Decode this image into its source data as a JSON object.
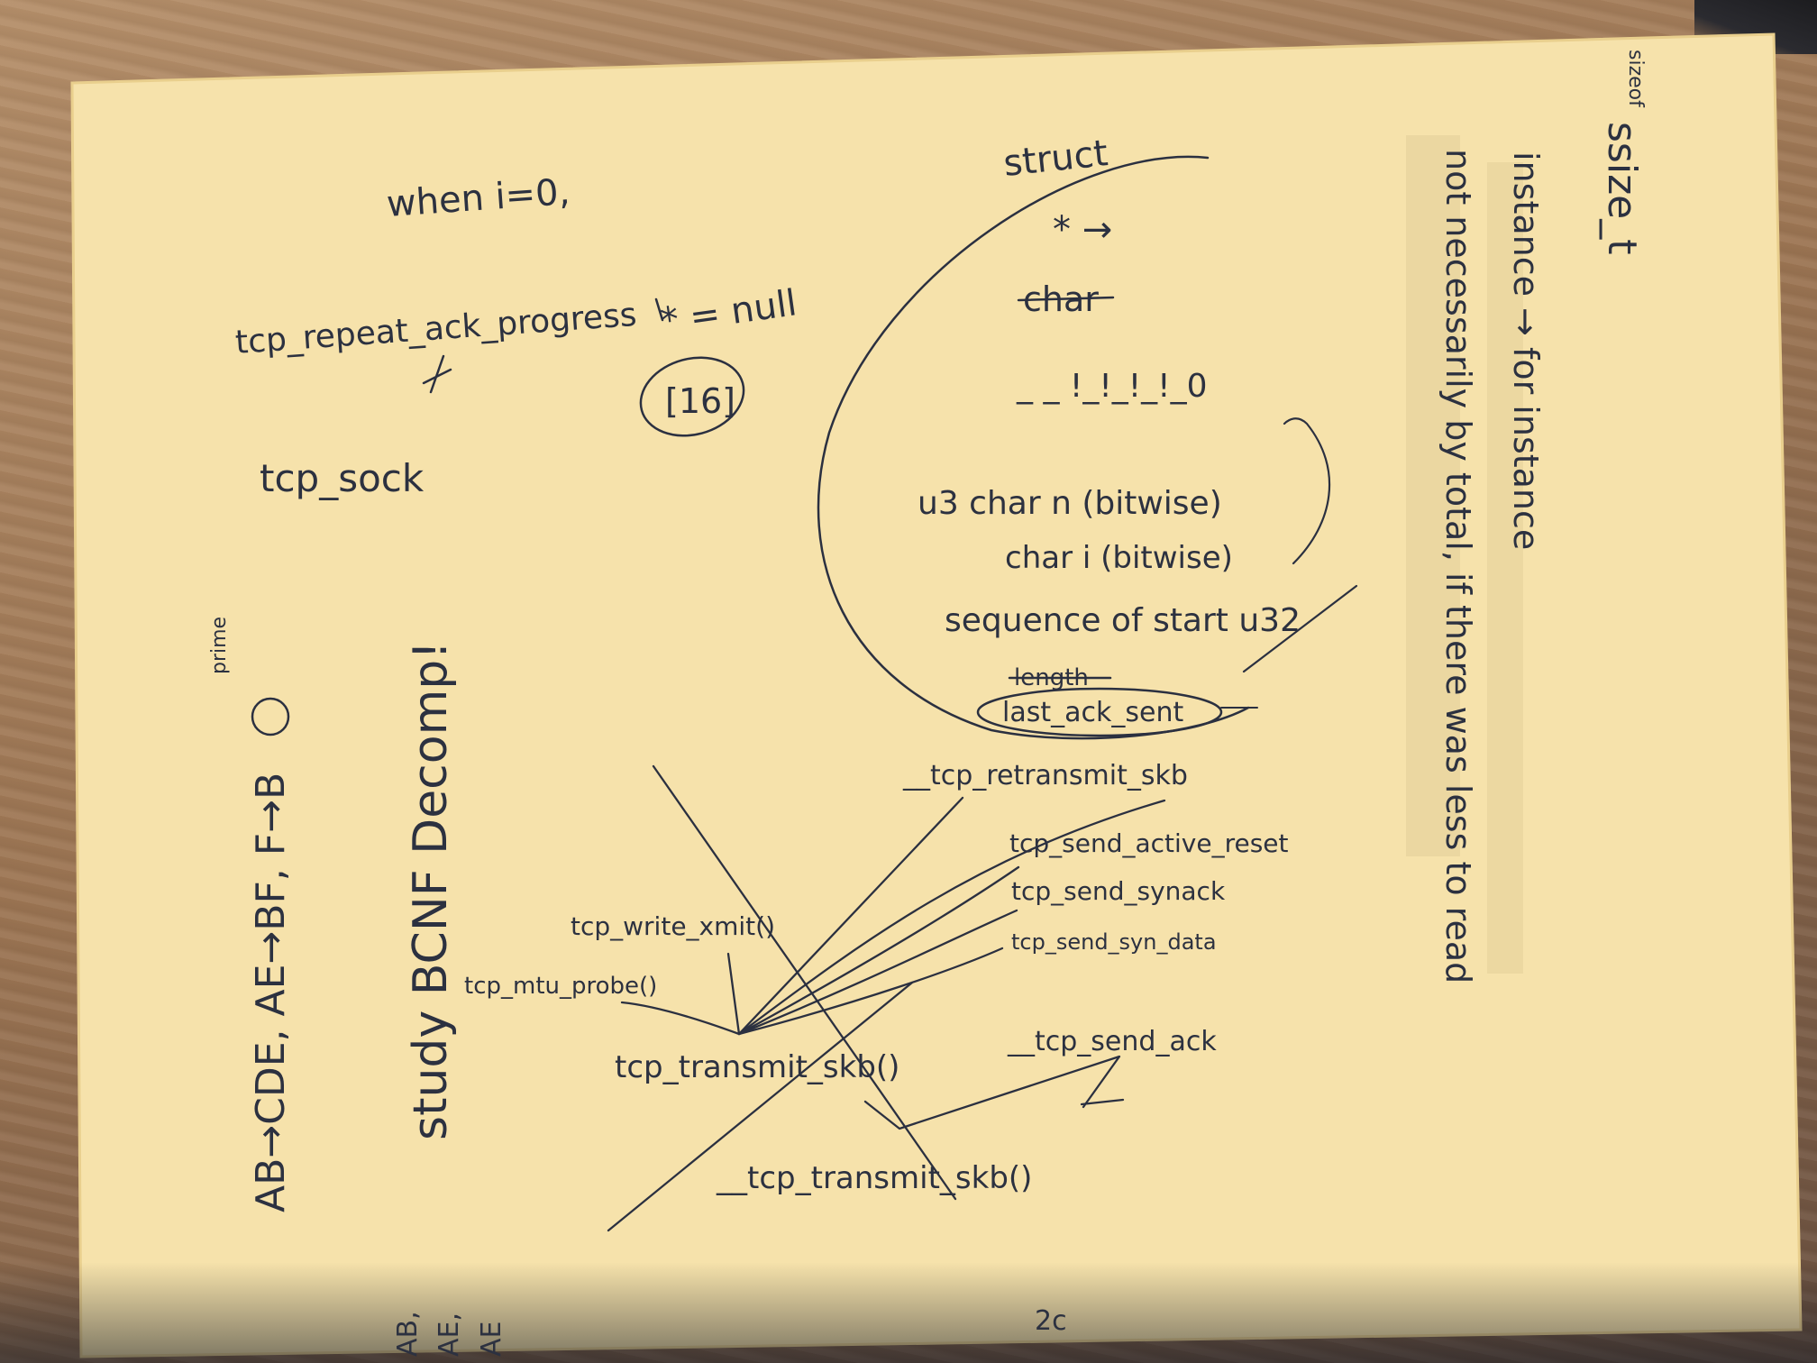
{
  "photo": {
    "subject": "handwritten notes on yellow legal paper",
    "colors": {
      "paper": "#f6e2ab",
      "ink": "#2c3140",
      "desk": "#a07a57"
    }
  },
  "notes": {
    "ssize_t": "ssize_t",
    "ssize_t_super": "sizeof",
    "instance": "instance → for instance",
    "not_necessarily": "not necessarily by total, if there was less to read",
    "struct": "struct",
    "star_arrow": "* →",
    "char_struck": "char",
    "bits_pattern": "_ _ !_!_!_!_0",
    "u3_chars": "u3  char n  (bitwise)",
    "char_i": "char i  (bitwise)",
    "sequence": "sequence of start u32",
    "length_struck": "length",
    "last_ack_sent": "last_ack_sent",
    "when_i": "when i=0,",
    "tcp_repeat": "tcp_repeat_ack_progress",
    "tcp_sock": "tcp_sock",
    "null_ptr": "* = null",
    "bracket16": "[16]",
    "fd_rule": "AB→CDE, AE→BF, F→B",
    "prime_label": "prime",
    "study_bcnf": "study BCNF Decomp!",
    "retransmit": "__tcp_retransmit_skb",
    "active_reset": "tcp_send_active_reset",
    "synack": "tcp_send_synack",
    "syn_data": "tcp_send_syn_data",
    "write_xmit": "tcp_write_xmit()",
    "mtu_probe": "tcp_mtu_probe()",
    "transmit_skb": "tcp_transmit_skb()",
    "send_ack": "__tcp_send_ack",
    "dunder_transmit": "__tcp_transmit_skb()",
    "bottom_fd1": "AB,",
    "bottom_fd2": "AE,",
    "bottom_fd3": "AE",
    "bottom_2c": "2c"
  }
}
